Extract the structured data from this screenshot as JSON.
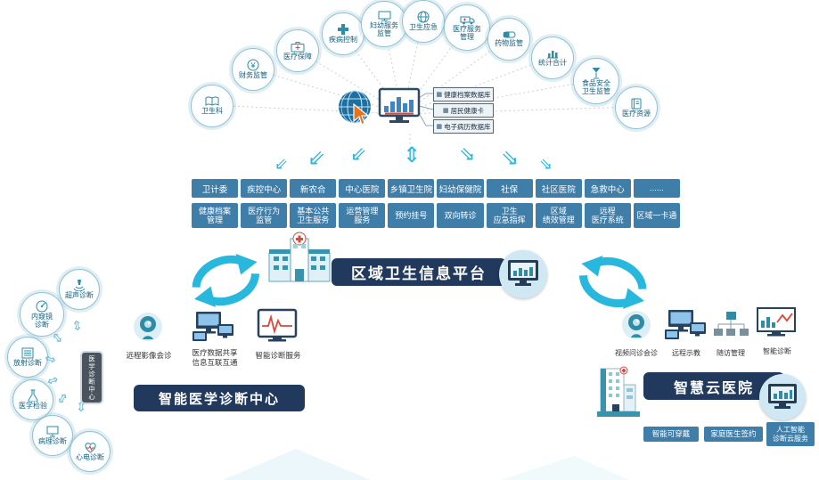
{
  "colors": {
    "accent_cyan": "#2fb8dc",
    "button_blue": "#3f7ea9",
    "banner_navy": "#21395d",
    "icon_teal": "#2e8ca6",
    "alert_red": "#d9483b"
  },
  "top_arc": {
    "items": [
      {
        "label": "卫生科",
        "icon": "files-icon"
      },
      {
        "label": "财务监管",
        "icon": "yuan-icon"
      },
      {
        "label": "医疗保障",
        "icon": "medkit-icon"
      },
      {
        "label": "疾病控制",
        "icon": "cross-icon"
      },
      {
        "label": "妇幼服务\n监管",
        "icon": "monitor-icon"
      },
      {
        "label": "卫生应急",
        "icon": "globe-icon"
      },
      {
        "label": "医疗服务\n管理",
        "icon": "ambulance-icon"
      },
      {
        "label": "药物监管",
        "icon": "pill-icon"
      },
      {
        "label": "统计合计",
        "icon": "chart-icon"
      },
      {
        "label": "食品安全\n卫生监管",
        "icon": "glass-icon"
      },
      {
        "label": "医疗资源",
        "icon": "book-icon"
      }
    ]
  },
  "hub": {
    "databases": [
      "健康档案数据库",
      "居民健康卡",
      "电子病历数据库"
    ]
  },
  "org_row": {
    "items": [
      "卫计委",
      "疾控中心",
      "新农合",
      "中心医院",
      "乡镇卫生院",
      "妇幼保健院",
      "社保",
      "社区医院",
      "急救中心",
      "......"
    ]
  },
  "service_row": {
    "items": [
      "健康档案\n管理",
      "医疗行为\n监管",
      "基本公共\n卫生服务",
      "运营管理\n服务",
      "预约挂号",
      "双向转诊",
      "卫生\n应急指挥",
      "区域\n绩效管理",
      "远程\n医疗系统",
      "区域一卡通"
    ]
  },
  "platform": {
    "title": "区域卫生信息平台"
  },
  "left_cluster": {
    "banner": "智能医学诊断中心",
    "hub_label": "医学诊断中心",
    "satellites": [
      {
        "label": "超声诊断",
        "icon": "ultrasound-icon"
      },
      {
        "label": "内窥镜\n诊断",
        "icon": "endoscope-icon"
      },
      {
        "label": "放射诊断",
        "icon": "radiology-icon"
      },
      {
        "label": "医学检验",
        "icon": "lab-flask-icon"
      },
      {
        "label": "病理诊断",
        "icon": "pathology-icon"
      },
      {
        "label": "心电诊断",
        "icon": "ecg-heart-icon"
      }
    ],
    "services": [
      {
        "label": "远程影像会诊",
        "icon": "webcam-icon"
      },
      {
        "label": "医疗数据共享\n信息互联互通",
        "icon": "monitors-icon"
      },
      {
        "label": "智能诊断服务",
        "icon": "ecg-monitor-icon"
      }
    ]
  },
  "right_cluster": {
    "banner": "智慧云医院",
    "services": [
      {
        "label": "视频问诊会诊",
        "icon": "webcam-icon"
      },
      {
        "label": "远程示教",
        "icon": "monitors-icon"
      },
      {
        "label": "随访管理",
        "icon": "orgchart-icon"
      },
      {
        "label": "智能诊断",
        "icon": "chart-monitor-icon"
      }
    ],
    "buttons": [
      "智能可穿戴",
      "家庭医生签约",
      "人工智能\n诊断云服务"
    ]
  }
}
